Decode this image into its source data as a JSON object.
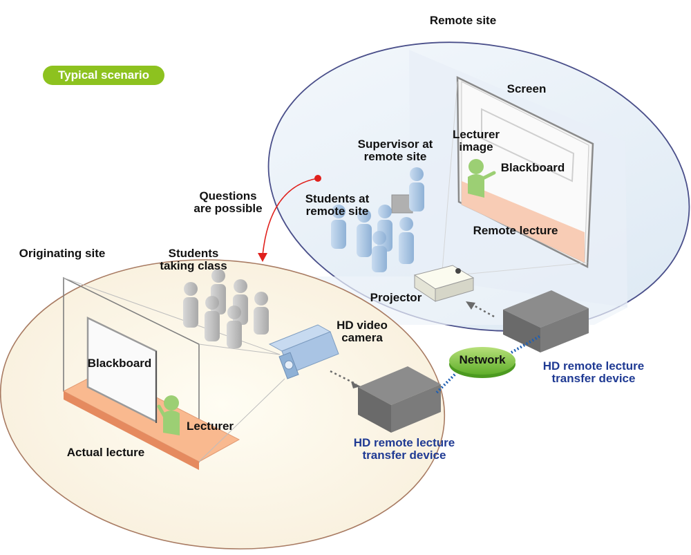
{
  "badge": "Typical scenario",
  "colors": {
    "accent_green": "#8dc21f",
    "device_label_blue": "#1f3a93",
    "question_arrow_red": "#e0201c",
    "remote_site_outline": "#4a4f8a",
    "originating_site_outline": "#a87b62"
  },
  "labels": {
    "remote_site": "Remote site",
    "screen": "Screen",
    "lecturer_image": [
      "Lecturer",
      "image"
    ],
    "supervisor": [
      "Supervisor at",
      "remote site"
    ],
    "blackboard_remote": "Blackboard",
    "students_remote": [
      "Students at",
      "remote site"
    ],
    "questions": [
      "Questions",
      "are possible"
    ],
    "remote_lecture": "Remote lecture",
    "originating_site": "Originating site",
    "students_class": [
      "Students",
      "taking class"
    ],
    "projector": "Projector",
    "hd_camera": [
      "HD video",
      "camera"
    ],
    "network": "Network",
    "device_remote": [
      "HD remote lecture",
      "transfer device"
    ],
    "blackboard_origin": "Blackboard",
    "lecturer": "Lecturer",
    "device_origin": [
      "HD remote lecture",
      "transfer device"
    ],
    "actual_lecture": "Actual lecture"
  }
}
